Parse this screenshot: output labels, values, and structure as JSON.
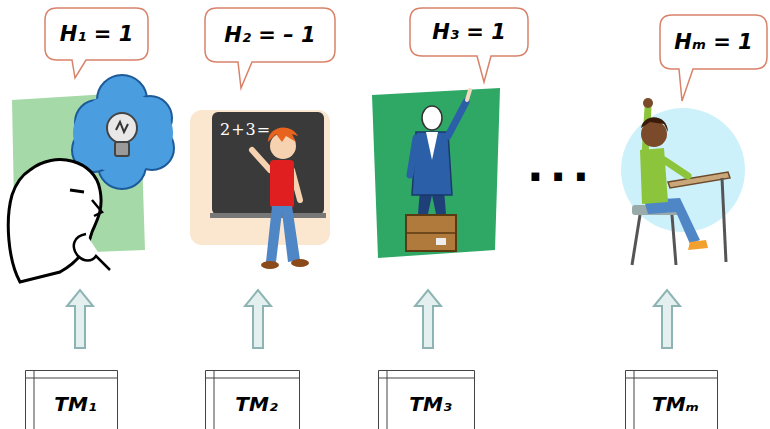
{
  "diagram": {
    "nodes": [
      {
        "text": [
          "H₁ = 1"
        ]
      },
      {
        "text": [
          "H₂ = – 1"
        ]
      },
      {
        "text": [
          "H₃ = 1"
        ]
      },
      {
        "text": [
          "Hₘ = 1"
        ]
      },
      {
        "text": [
          "TM₁"
        ]
      },
      {
        "text": [
          "TM₂"
        ]
      },
      {
        "text": [
          "TM₃"
        ]
      },
      {
        "text": [
          "TMₘ"
        ]
      }
    ],
    "labels": [
      "2+3=",
      "..."
    ]
  }
}
